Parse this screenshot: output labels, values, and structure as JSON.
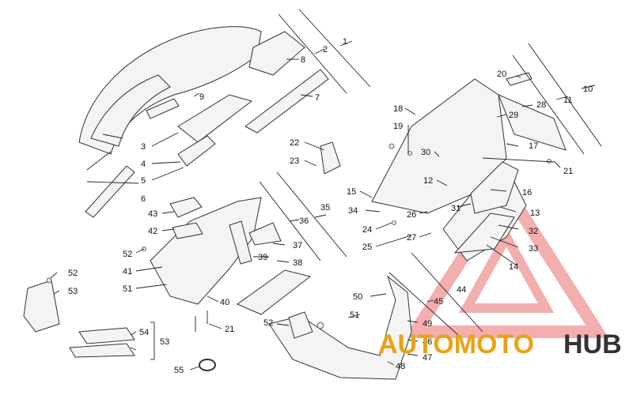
{
  "callouts": [
    "1",
    "2",
    "3",
    "4",
    "5",
    "6",
    "8",
    "9",
    "7",
    "10",
    "11",
    "28",
    "20",
    "29",
    "18",
    "19",
    "17",
    "30",
    "21",
    "22",
    "23",
    "12",
    "15",
    "16",
    "13",
    "31",
    "34",
    "26",
    "32",
    "24",
    "27",
    "33",
    "25",
    "14",
    "43",
    "42",
    "36",
    "35",
    "37",
    "52",
    "39",
    "41",
    "38",
    "51",
    "40",
    "21",
    "52",
    "53",
    "54",
    "53",
    "50",
    "45",
    "44",
    "52",
    "49",
    "51",
    "46",
    "47",
    "48",
    "55"
  ],
  "watermark": {
    "word_1": "AUTOMOTO",
    "word_2": "HUB",
    "accent_color": "#e8a317",
    "dark_color": "#333333",
    "triangle_color": "#f2a0a0"
  }
}
